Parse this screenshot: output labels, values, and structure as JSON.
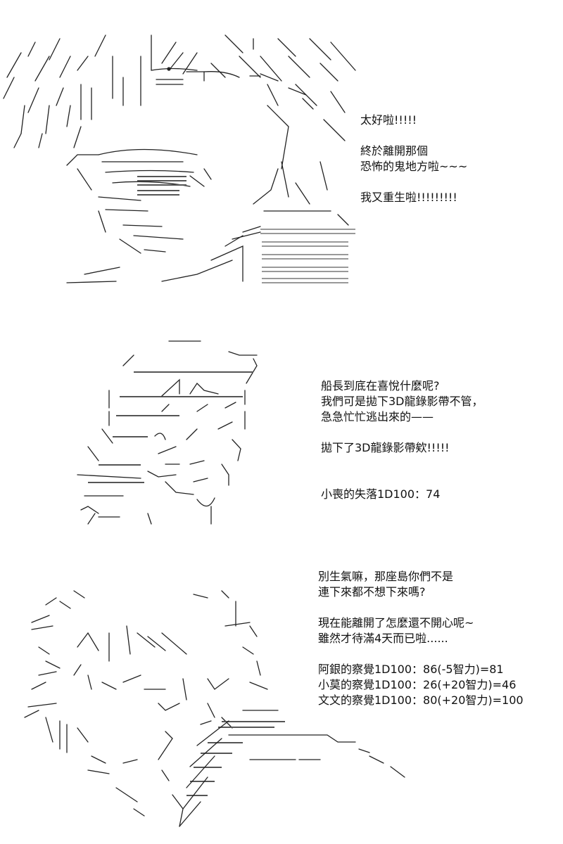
{
  "panels": [
    {
      "art": "ascii-art-character-laughing",
      "lines": [
        "太好啦!!!!!",
        "",
        "終於離開那個",
        "恐怖的鬼地方啦~~~",
        "",
        "我又重生啦!!!!!!!!!"
      ]
    },
    {
      "art": "ascii-art-character-head",
      "lines": [
        "船長到底在喜悅什麼呢?",
        "我們可是拋下3D龍錄影帶不管，",
        "急急忙忙逃出來的——",
        "",
        "拋下了3D龍錄影帶欸!!!!!",
        "",
        "",
        "小喪的失落1D100：74"
      ]
    },
    {
      "art": "ascii-art-character-smiling",
      "lines": [
        "別生氣嘛，那座島你們不是",
        "連下來都不想下來嗎?",
        "",
        "現在能離開了怎麼還不開心呢~",
        "雖然才待滿4天而已啦......",
        "",
        "阿銀的察覺1D100：86(-5智力)=81",
        "小莫的察覺1D100：26(+20智力)=46",
        "文文的察覺1D100：80(+20智力)=100"
      ]
    }
  ]
}
